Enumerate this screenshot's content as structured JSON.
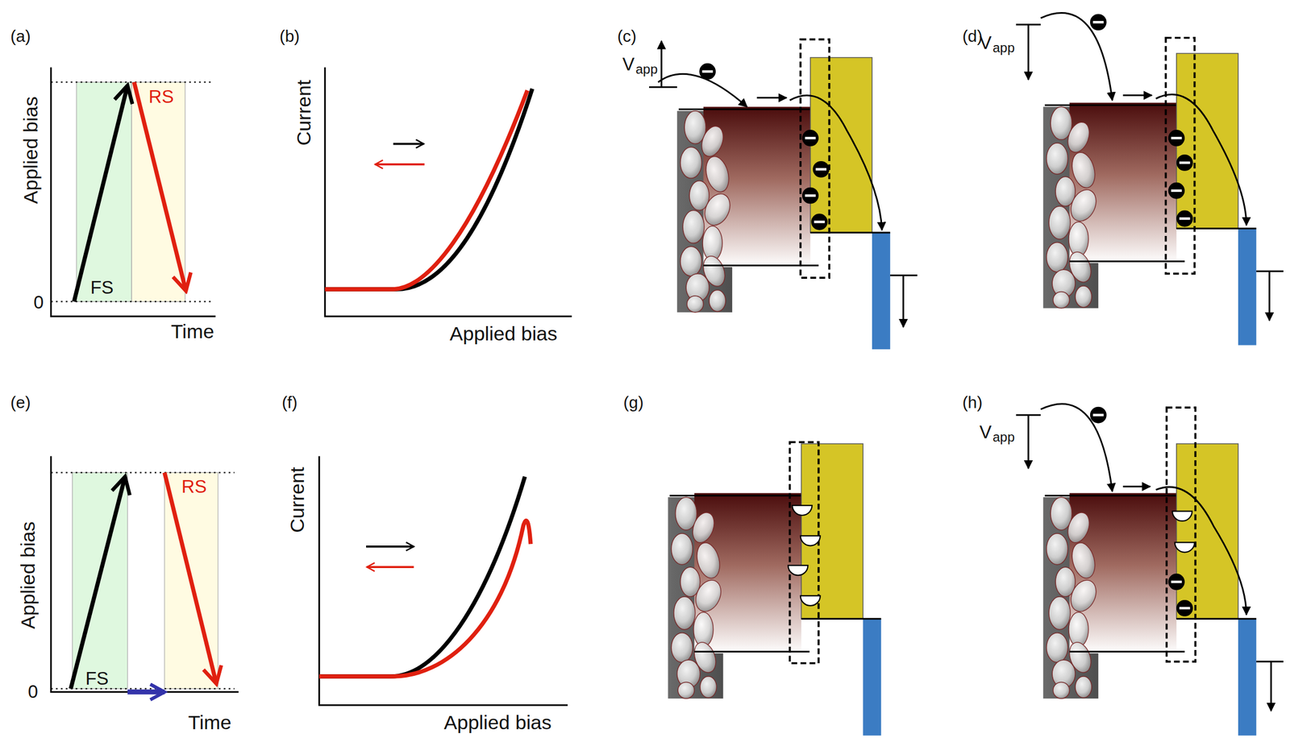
{
  "diagram": {
    "labels": [
      "(a)",
      "Applied bias",
      "0",
      "Time",
      "RS",
      "FS",
      "(b)",
      "Current",
      "Applied bias",
      "(c)",
      "V",
      "app",
      "(d)",
      "V",
      "app",
      "(e)",
      "Applied bias",
      "0",
      "Time",
      "RS",
      "FS",
      "(f)",
      "Current",
      "Applied bias",
      "(g)",
      "(h)",
      "V",
      "app"
    ]
  }
}
